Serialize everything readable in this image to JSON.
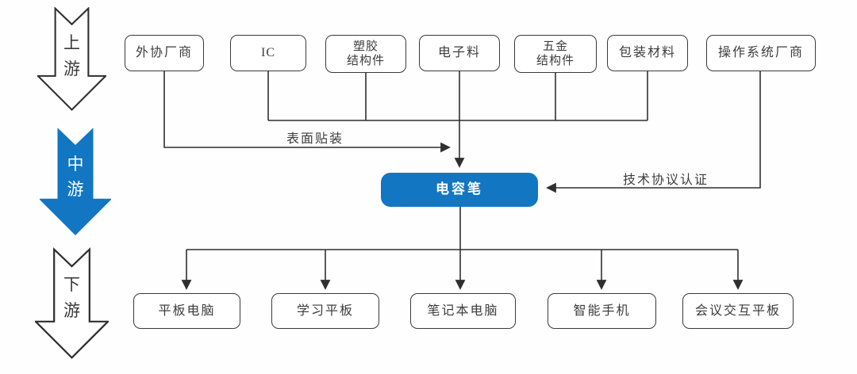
{
  "diagram": {
    "title_semantic": "capacitive-stylus-industry-chain",
    "stages": [
      {
        "label": "上游",
        "variant": "outline"
      },
      {
        "label": "中游",
        "variant": "filled"
      },
      {
        "label": "下游",
        "variant": "outline"
      }
    ],
    "upstream_nodes": [
      {
        "label": "外协厂商"
      },
      {
        "label": "IC"
      },
      {
        "label": "塑胶\n结构件"
      },
      {
        "label": "电子料"
      },
      {
        "label": "五金\n结构件"
      },
      {
        "label": "包装材料"
      },
      {
        "label": "操作系统厂商"
      }
    ],
    "center_node": {
      "label": "电容笔"
    },
    "downstream_nodes": [
      {
        "label": "平板电脑"
      },
      {
        "label": "学习平板"
      },
      {
        "label": "笔记本电脑"
      },
      {
        "label": "智能手机"
      },
      {
        "label": "会议交互平板"
      }
    ],
    "edge_labels": {
      "smt": "表面贴装",
      "protocol": "技术协议认证"
    },
    "colors": {
      "accent_blue": "#1276c2",
      "line": "#2f2f2f",
      "node_border": "#3a3a3a"
    }
  }
}
